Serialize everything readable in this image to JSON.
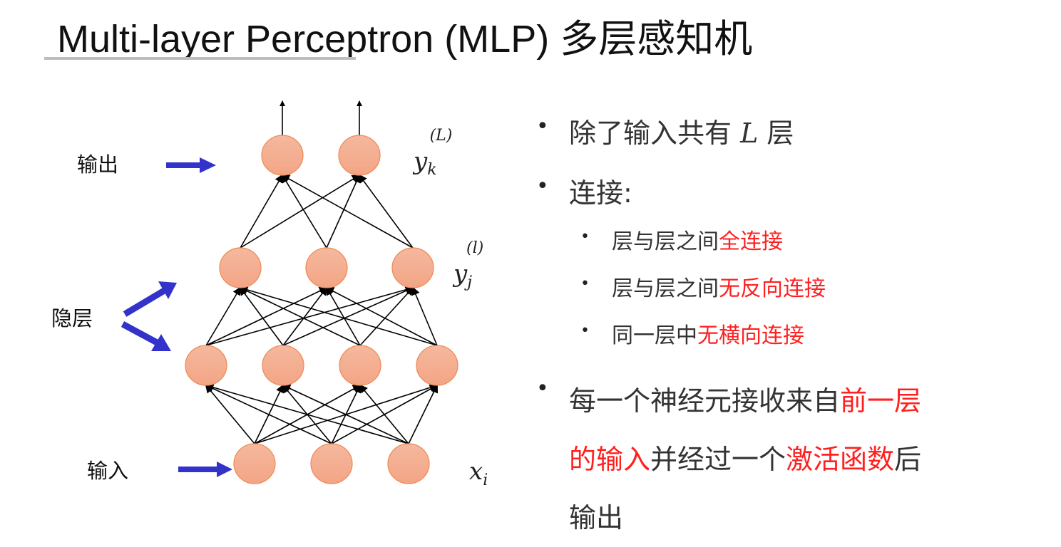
{
  "title": "Multi-layer Perceptron (MLP) 多层感知机",
  "diagram": {
    "labels": {
      "output": "输出",
      "hidden": "隐层",
      "input": "输入"
    },
    "math": {
      "output_var": "y",
      "output_sub": "k",
      "output_sup": "(L)",
      "hidden_var": "y",
      "hidden_sub": "j",
      "hidden_sup": "(l)",
      "input_var": "x",
      "input_sub": "i"
    },
    "layers": [
      3,
      4,
      3,
      2
    ],
    "colors": {
      "node_fill": "#f4ab8c",
      "node_stroke": "#ee8a55",
      "arrow": "#3333cc"
    }
  },
  "bullets": {
    "b1": {
      "text1": "除了输入共有 ",
      "var": "L",
      "text2": " 层"
    },
    "b2": "连接:",
    "sub": [
      {
        "plain": "层与层之间",
        "red": "全连接"
      },
      {
        "plain": "层与层之间",
        "red": "无反向连接"
      },
      {
        "plain": "同一层中",
        "red": "无横向连接"
      }
    ],
    "b3": {
      "p1": "每一个神经元接收来自",
      "r1": "前一层",
      "r2": "的输入",
      "p2": "并经过一个",
      "r3": "激活函数",
      "p3": "后",
      "p4": "输出"
    }
  }
}
